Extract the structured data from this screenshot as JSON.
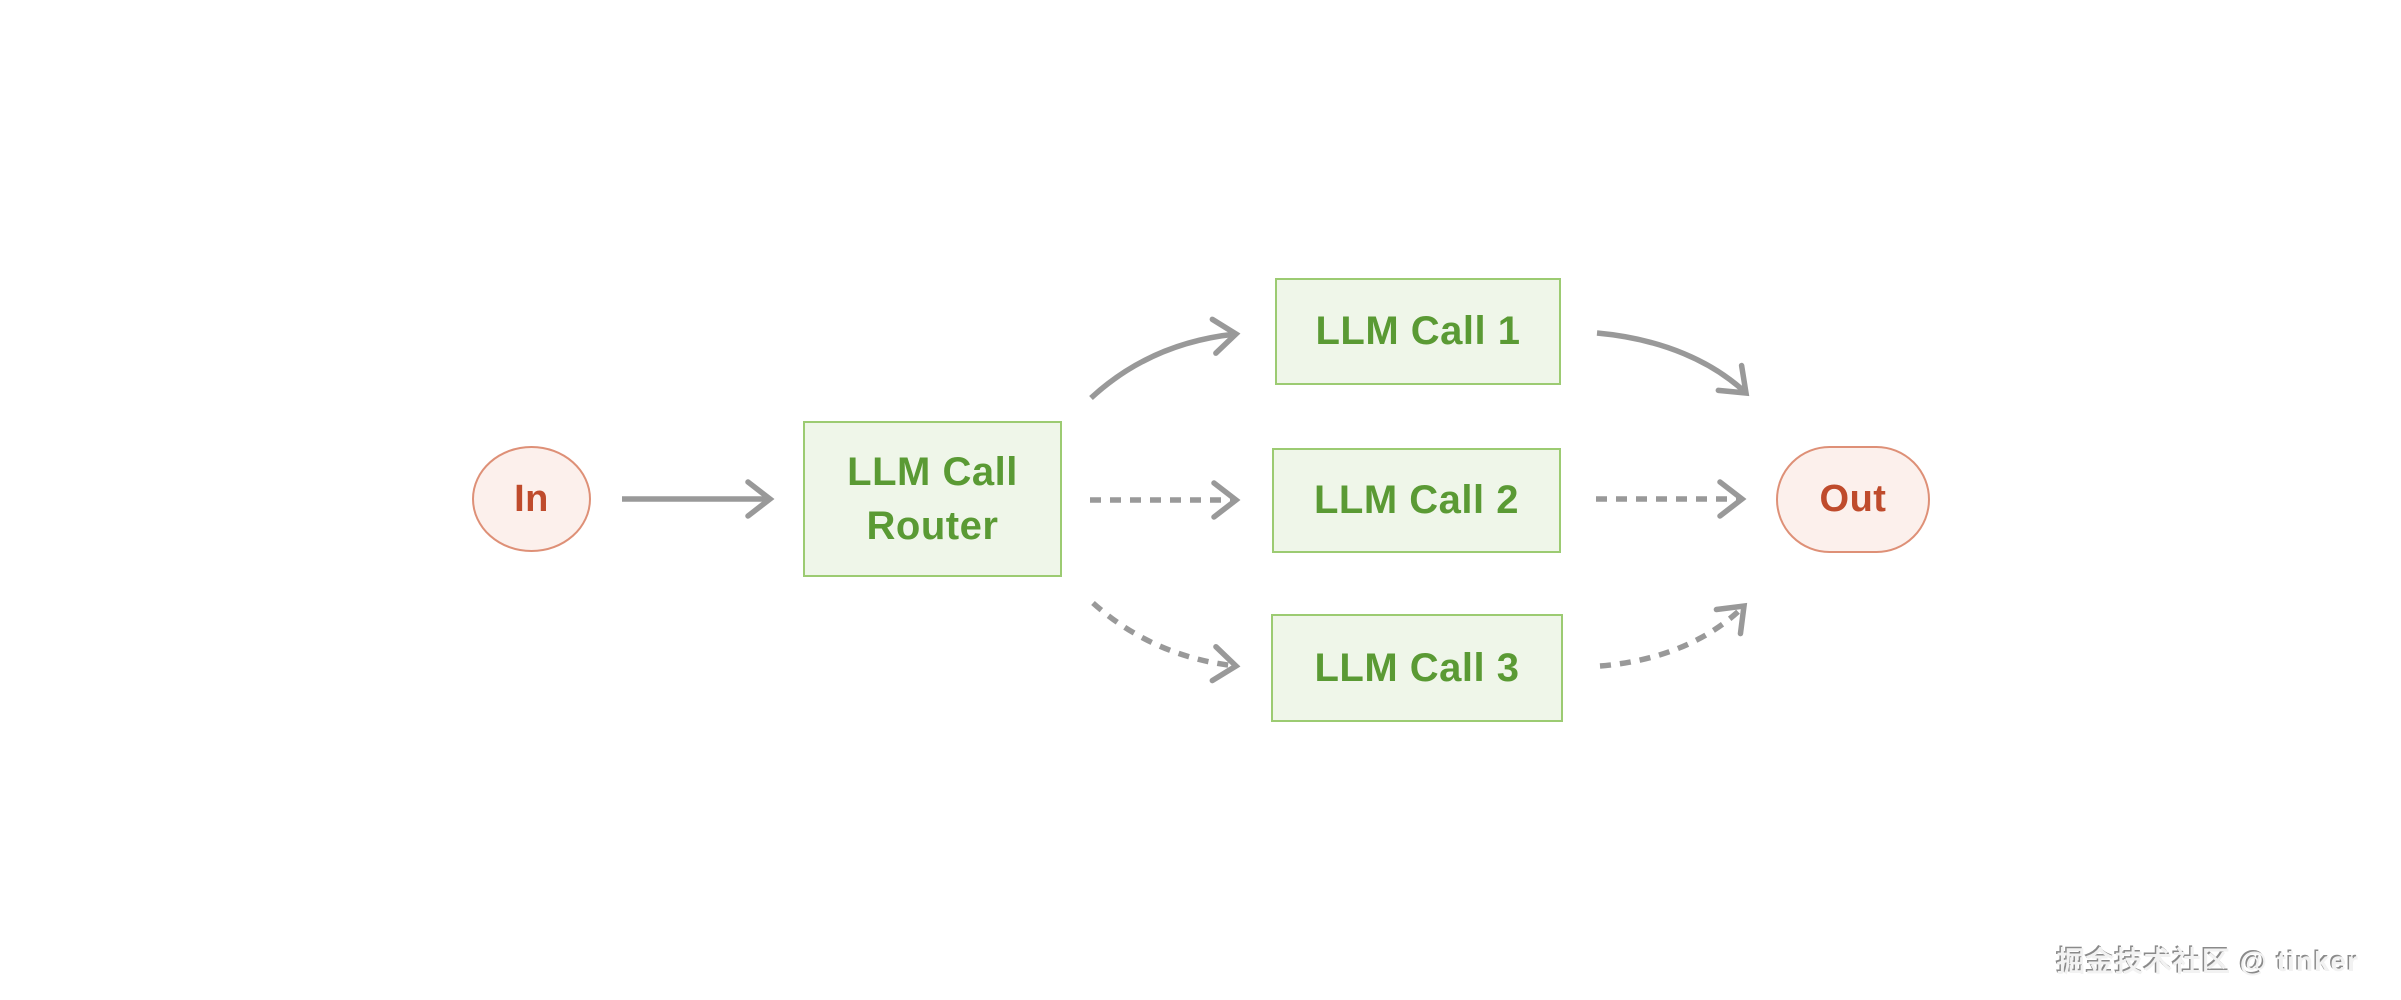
{
  "diagram": {
    "nodes": {
      "in": {
        "label": "In",
        "shape": "ellipse",
        "role": "input"
      },
      "router": {
        "label": "LLM Call Router",
        "shape": "rect",
        "role": "router"
      },
      "call1": {
        "label": "LLM Call 1",
        "shape": "rect",
        "role": "llm-call"
      },
      "call2": {
        "label": "LLM Call 2",
        "shape": "rect",
        "role": "llm-call"
      },
      "call3": {
        "label": "LLM Call 3",
        "shape": "rect",
        "role": "llm-call"
      },
      "out": {
        "label": "Out",
        "shape": "pill",
        "role": "output"
      }
    },
    "edges": [
      {
        "from": "In",
        "to": "LLM Call Router",
        "style": "solid"
      },
      {
        "from": "LLM Call Router",
        "to": "LLM Call 1",
        "style": "solid"
      },
      {
        "from": "LLM Call Router",
        "to": "LLM Call 2",
        "style": "dashed"
      },
      {
        "from": "LLM Call Router",
        "to": "LLM Call 3",
        "style": "dashed"
      },
      {
        "from": "LLM Call 1",
        "to": "Out",
        "style": "solid"
      },
      {
        "from": "LLM Call 2",
        "to": "Out",
        "style": "dashed"
      },
      {
        "from": "LLM Call 3",
        "to": "Out",
        "style": "dashed"
      }
    ],
    "colors": {
      "background": "#ffffff",
      "arrow_gray": "#999999",
      "green_fill": "#eff6e9",
      "green_border": "#9ccb72",
      "green_text": "#5a9a34",
      "pink_fill": "#fcf0ec",
      "pink_border": "#de9077",
      "red_text": "#bf4b2c"
    }
  },
  "watermark": {
    "text": "掘金技术社区 @ tinker"
  }
}
